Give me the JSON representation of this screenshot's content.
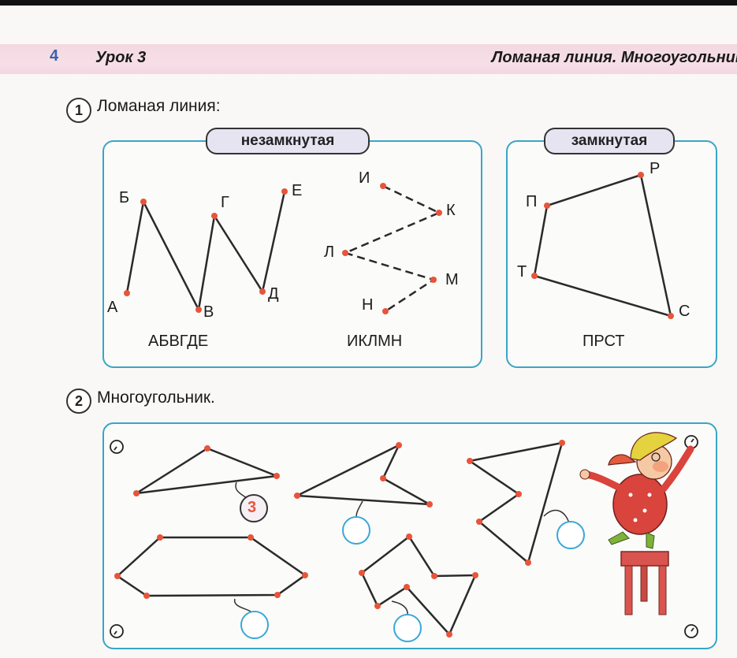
{
  "header": {
    "page_number": "4",
    "lesson": "Урок 3",
    "topic": "Ломаная линия. Многоугольник"
  },
  "task1": {
    "number": "1",
    "title": "Ломаная линия:",
    "open_label": "незамкнутая",
    "closed_label": "замкнутая",
    "figures": {
      "abvgde": {
        "caption": "АБВГДЕ",
        "points": [
          "А",
          "Б",
          "В",
          "Г",
          "Д",
          "Е"
        ]
      },
      "iklmn": {
        "caption": "ИКЛМН",
        "points": [
          "И",
          "К",
          "Л",
          "М",
          "Н"
        ]
      },
      "prst": {
        "caption": "ПРСТ",
        "points": [
          "П",
          "Р",
          "С",
          "Т"
        ]
      }
    }
  },
  "task2": {
    "number": "2",
    "title": "Многоугольник.",
    "example_answer": "3"
  },
  "colors": {
    "panel_border": "#38a6c6",
    "vertex": "#e8543a",
    "answer_circle": "#3aa7d8",
    "header_band": "#f4d9e3",
    "page_number": "#3b5fae"
  }
}
